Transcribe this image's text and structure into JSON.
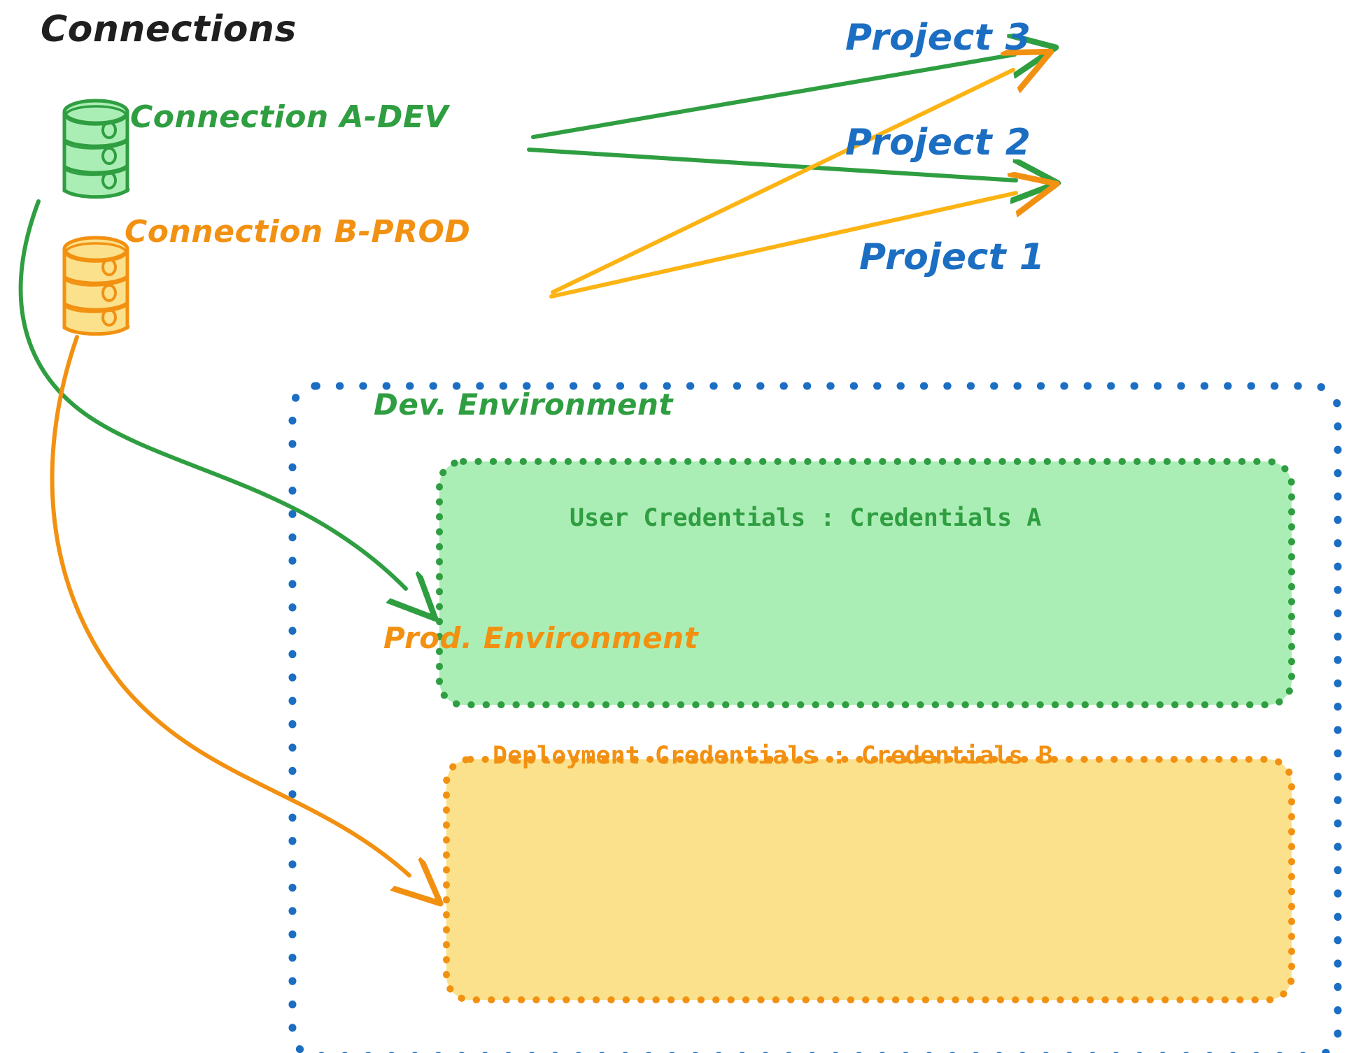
{
  "diagram": {
    "title": "Connections",
    "colors": {
      "green_stroke": "#2f9e41",
      "green_fill": "#abeeb5",
      "orange_stroke": "#f29111",
      "orange_fill": "#fbe18b",
      "blue_stroke": "#1b6ec2",
      "black_text": "#1f1f1f",
      "background": "#ffffff"
    },
    "connections": [
      {
        "id": "connection-a-dev",
        "label": "Connection A-DEV",
        "icon": "database-cylinder-icon",
        "color": "#2f9e41",
        "targets": [
          "Project 3",
          "Project 2",
          "Dev. Environment"
        ]
      },
      {
        "id": "connection-b-prod",
        "label": "Connection B-PROD",
        "icon": "database-cylinder-icon",
        "color": "#f29111",
        "targets": [
          "Project 3",
          "Project 2",
          "Prod. Environment"
        ]
      }
    ],
    "projects": [
      {
        "id": "project-3",
        "label": "Project 3"
      },
      {
        "id": "project-2",
        "label": "Project 2"
      },
      {
        "id": "project-1",
        "label": "Project 1"
      }
    ],
    "project_1_environments": [
      {
        "id": "dev-environment",
        "title": "Dev. Environment",
        "credentials_label": "User Credentials : Credentials A",
        "color": "#2f9e41",
        "fill": "#abeeb5"
      },
      {
        "id": "prod-environment",
        "title": "Prod. Environment",
        "credentials_label": "Deployment Credentials : Credentials B",
        "color": "#f29111",
        "fill": "#fbe18b"
      }
    ]
  }
}
